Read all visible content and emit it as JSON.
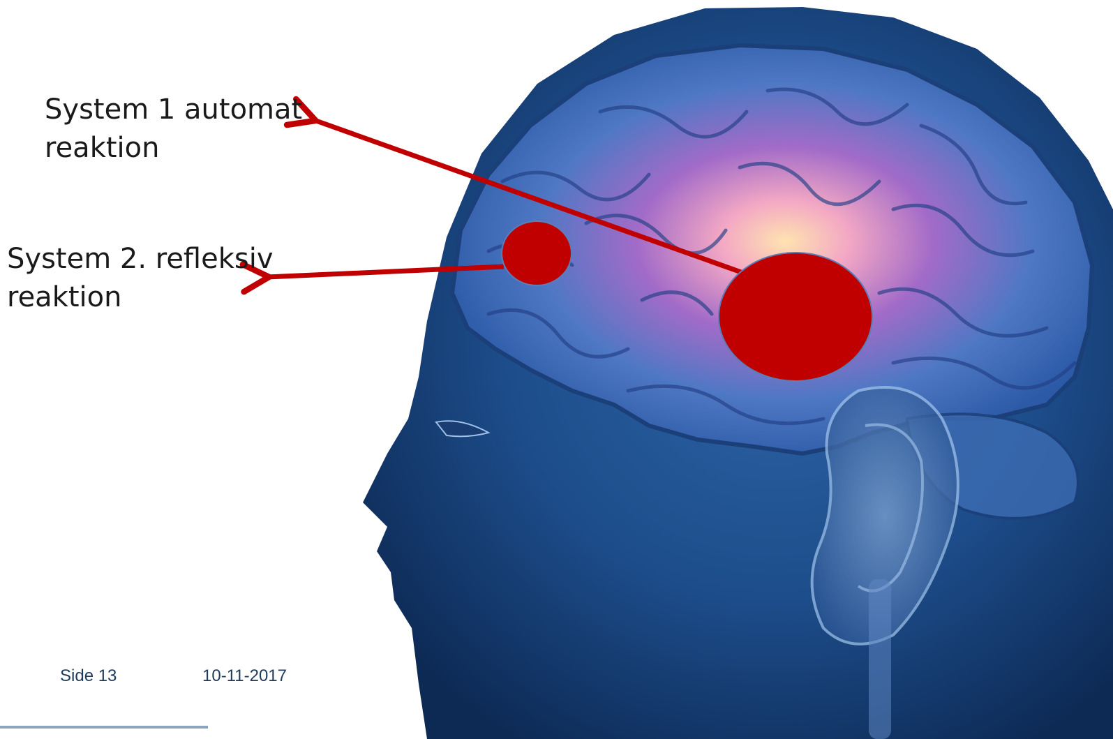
{
  "labels": {
    "system1": "System 1 automat\nreaktion",
    "system2": "System 2. refleksiv\nreaktion"
  },
  "footer": {
    "page": "Side 13",
    "date": "10-11-2017"
  },
  "colors": {
    "marker": "#c00000",
    "head": "#1f4f8a",
    "brain_glow": "#f7c4a4"
  }
}
